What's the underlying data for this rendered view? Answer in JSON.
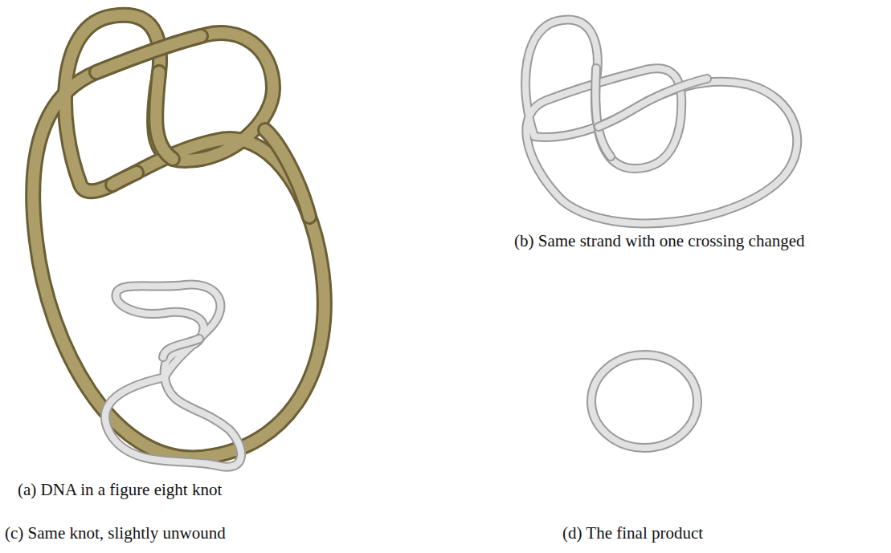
{
  "diagram": {
    "labels": [
      "(a) DNA in a figure eight knot",
      "(b) Same strand with one crossing changed",
      "(c) Same knot, slightly unwound",
      "(d) The final product"
    ]
  }
}
